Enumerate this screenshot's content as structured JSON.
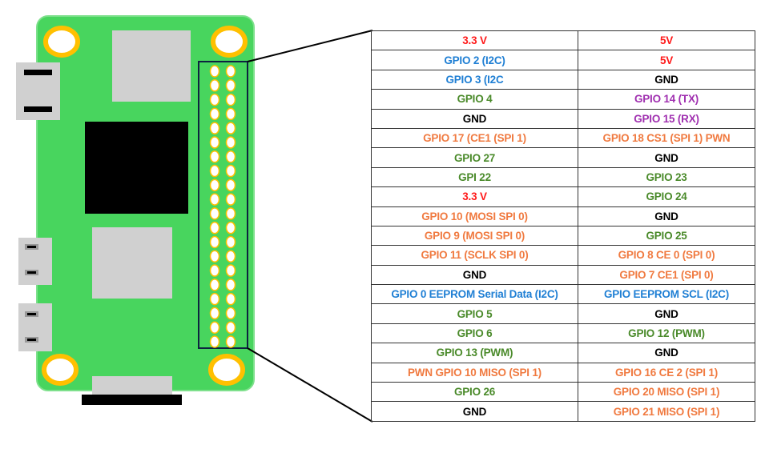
{
  "colors": {
    "board": "#48d55e",
    "mount_ring": "#ffc000",
    "component": "#d0d0d0",
    "power": "#ff1a1a",
    "i2c": "#1f7fd4",
    "gpio": "#4a8a2a",
    "uart": "#a030b0",
    "spi": "#f07a40",
    "ground": "#000000"
  },
  "pinout": {
    "rows": [
      [
        {
          "label": "3.3 V",
          "type": "power"
        },
        {
          "label": "5V",
          "type": "power"
        }
      ],
      [
        {
          "label": "GPIO 2 (I2C)",
          "type": "i2c"
        },
        {
          "label": "5V",
          "type": "power"
        }
      ],
      [
        {
          "label": "GPIO 3 (I2C",
          "type": "i2c"
        },
        {
          "label": "GND",
          "type": "ground"
        }
      ],
      [
        {
          "label": "GPIO 4",
          "type": "gpio"
        },
        {
          "label": "GPIO 14 (TX)",
          "type": "uart"
        }
      ],
      [
        {
          "label": "GND",
          "type": "ground"
        },
        {
          "label": "GPIO 15 (RX)",
          "type": "uart"
        }
      ],
      [
        {
          "label": "GPIO 17 (CE1 (SPI 1)",
          "type": "spi"
        },
        {
          "label": "GPIO 18 CS1 (SPI 1) PWN",
          "type": "spi"
        }
      ],
      [
        {
          "label": "GPIO 27",
          "type": "gpio"
        },
        {
          "label": "GND",
          "type": "ground"
        }
      ],
      [
        {
          "label": "GPI 22",
          "type": "gpio"
        },
        {
          "label": "GPIO 23",
          "type": "gpio"
        }
      ],
      [
        {
          "label": "3.3 V",
          "type": "power"
        },
        {
          "label": "GPIO 24",
          "type": "gpio"
        }
      ],
      [
        {
          "label": "GPIO 10 (MOSI SPI 0)",
          "type": "spi"
        },
        {
          "label": "GND",
          "type": "ground"
        }
      ],
      [
        {
          "label": "GPIO 9 (MOSI SPI 0)",
          "type": "spi"
        },
        {
          "label": "GPIO 25",
          "type": "gpio"
        }
      ],
      [
        {
          "label": "GPIO 11 (SCLK SPI 0)",
          "type": "spi"
        },
        {
          "label": "GPIO 8 CE 0 (SPI 0)",
          "type": "spi"
        }
      ],
      [
        {
          "label": "GND",
          "type": "ground"
        },
        {
          "label": "GPIO 7 CE1 (SPI 0)",
          "type": "spi"
        }
      ],
      [
        {
          "label": "GPIO 0 EEPROM Serial Data (I2C)",
          "type": "i2c"
        },
        {
          "label": "GPIO EEPROM SCL (I2C)",
          "type": "i2c"
        }
      ],
      [
        {
          "label": "GPIO 5",
          "type": "gpio"
        },
        {
          "label": "GND",
          "type": "ground"
        }
      ],
      [
        {
          "label": "GPIO 6",
          "type": "gpio"
        },
        {
          "label": "GPIO 12 (PWM)",
          "type": "gpio"
        }
      ],
      [
        {
          "label": "GPIO 13 (PWM)",
          "type": "gpio"
        },
        {
          "label": "GND",
          "type": "ground"
        }
      ],
      [
        {
          "label": "PWN GPIO 10 MISO (SPI 1)",
          "type": "spi"
        },
        {
          "label": "GPIO 16 CE 2 (SPI 1)",
          "type": "spi"
        }
      ],
      [
        {
          "label": "GPIO 26",
          "type": "gpio"
        },
        {
          "label": "GPIO 20 MISO (SPI 1)",
          "type": "spi"
        }
      ],
      [
        {
          "label": "GND",
          "type": "ground"
        },
        {
          "label": "GPIO 21 MISO (SPI 1)",
          "type": "spi"
        }
      ]
    ]
  }
}
